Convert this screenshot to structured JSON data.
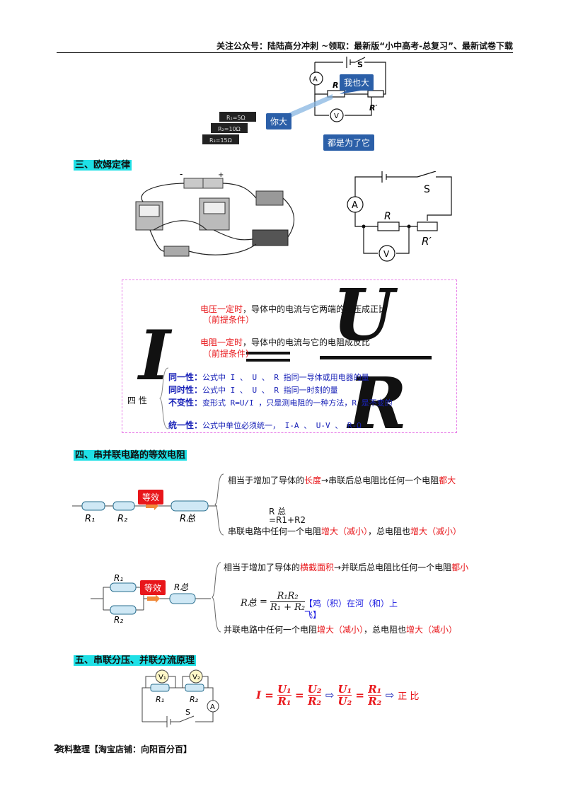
{
  "header": {
    "text": "关注公众号：陆陆高分冲刺 ~领取：最新版“小中高考-总复习”、最新试卷下载"
  },
  "top_diagram": {
    "callouts": [
      "我也大",
      "你大",
      "都是为了它"
    ],
    "labels": {
      "S": "S",
      "R": "R",
      "Rp": "R′",
      "A": "A",
      "V": "V"
    },
    "resistors": [
      "R₁=5Ω",
      "R₂=10Ω",
      "R₃=15Ω"
    ]
  },
  "section3": {
    "title": "三、欧姆定律",
    "photo_labels": [
      "-",
      "+"
    ],
    "circuit": {
      "A": "A",
      "S": "S",
      "R": "R",
      "Rp": "R′",
      "V": "V"
    }
  },
  "ohm": {
    "I": "I",
    "U": "U",
    "R": "R",
    "line1_red": "电压一定时",
    "line1_rest": "，导体中的电流与它两端的电压成正比",
    "line1_note": "（前提条件）",
    "line2_red": "电阻一定时",
    "line2_rest": "，导体中的电流与它的电阻成反比",
    "line2_note": "（前提条件）",
    "four_label": "四 性",
    "props": [
      {
        "name": "同一性：",
        "text": "公式中 I 、 U 、 R 指同一导体或用电器的量"
      },
      {
        "name": "同时性：",
        "text": "公式中 I 、 U 、 R 指同一时刻的量"
      },
      {
        "name": "不变性：",
        "text": "变形式 R=U/I ，只是测电阻的一种方法，R 是不变的"
      },
      {
        "name": "统一性：",
        "text": "公式中单位必须统一， I-A 、 U-V 、 R-Ω"
      }
    ]
  },
  "section4": {
    "title": "四、串并联电路的等效电阻",
    "series": {
      "badge": "等效",
      "labels": [
        "R₁",
        "R₂",
        "R总"
      ],
      "line1_pre": "相当于增加了导体的",
      "line1_red": "长度",
      "line1_post": "→串联后总电阻比任何一个电阻",
      "line1_red2": "都大",
      "formula_a": "R 总",
      "formula_b": "=R1+R2",
      "line3_pre": "串联电路中任何一个电阻",
      "line3_red": "增大（减小）",
      "line3_mid": "，总电阻也",
      "line3_red2": "增大（减小）"
    },
    "parallel": {
      "badge": "等效",
      "labels": [
        "R₁",
        "R₂",
        "R总"
      ],
      "line1_pre": "相当于增加了导体的",
      "line1_red": "横截面积",
      "line1_post": "→并联后总电阻比任何一个电阻",
      "line1_red2": "都小",
      "formula_lhs": "R总",
      "formula_num": "R₁R₂",
      "formula_den": "R₁ + R₂",
      "mnemonic": "【鸡（积）在河（和）上飞】",
      "line3_pre": "并联电路中任何一个电阻",
      "line3_red": "增大（减小）",
      "line3_mid": "，总电阻也",
      "line3_red2": "增大（减小）"
    }
  },
  "section5": {
    "title": "五、串联分压、并联分流原理",
    "circuit": {
      "V1": "V₁",
      "V2": "V₂",
      "R1": "R₁",
      "R2": "R₂",
      "A": "A",
      "S": "S"
    },
    "formula": {
      "I": "I",
      "U1": "U₁",
      "R1": "R₁",
      "U2": "U₂",
      "R2": "R₂",
      "tail": "正 比"
    }
  },
  "footer": {
    "text": "资料整理【淘宝店铺：向阳百分百】",
    "page": "2"
  },
  "colors": {
    "accent_red": "#e8161a",
    "highlight": "#1fe0e6",
    "blue": "#1a23b8"
  }
}
